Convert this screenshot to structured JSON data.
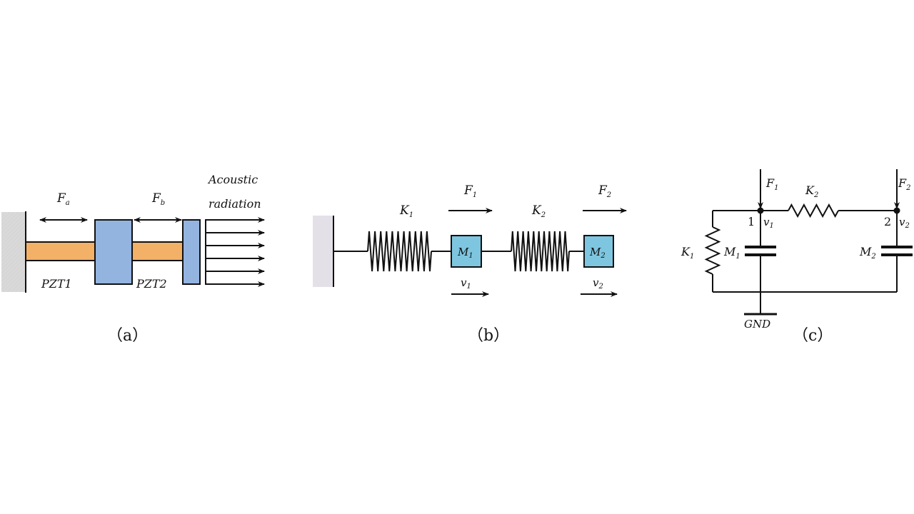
{
  "colors": {
    "wall": "#d9d9d9",
    "wall_b": "#e4e0e8",
    "pzt": "#f2b166",
    "mass_a": "#94b4e0",
    "mass_b": "#7ec6e0",
    "line": "#111111"
  },
  "panel_a": {
    "caption": "（a）",
    "force_a": "F",
    "force_a_sub": "a",
    "force_b": "F",
    "force_b_sub": "b",
    "radiation_line1": "Acoustic",
    "radiation_line2": "radiation",
    "pzt1": "PZT1",
    "pzt2": "PZT2",
    "radiation_arrow_count": 6
  },
  "panel_b": {
    "caption": "（b）",
    "k1": "K",
    "k1_sub": "1",
    "k2": "K",
    "k2_sub": "2",
    "f1": "F",
    "f1_sub": "1",
    "f2": "F",
    "f2_sub": "2",
    "m1": "M",
    "m1_sub": "1",
    "m2": "M",
    "m2_sub": "2",
    "v1": "v",
    "v1_sub": "1",
    "v2": "v",
    "v2_sub": "2"
  },
  "panel_c": {
    "caption": "（c）",
    "f1": "F",
    "f1_sub": "1",
    "f2": "F",
    "f2_sub": "2",
    "k1": "K",
    "k1_sub": "1",
    "k2": "K",
    "k2_sub": "2",
    "m1": "M",
    "m1_sub": "1",
    "m2": "M",
    "m2_sub": "2",
    "node1": "1",
    "node2": "2",
    "v1": "v",
    "v1_sub": "1",
    "v2": "v",
    "v2_sub": "2",
    "gnd": "GND"
  }
}
